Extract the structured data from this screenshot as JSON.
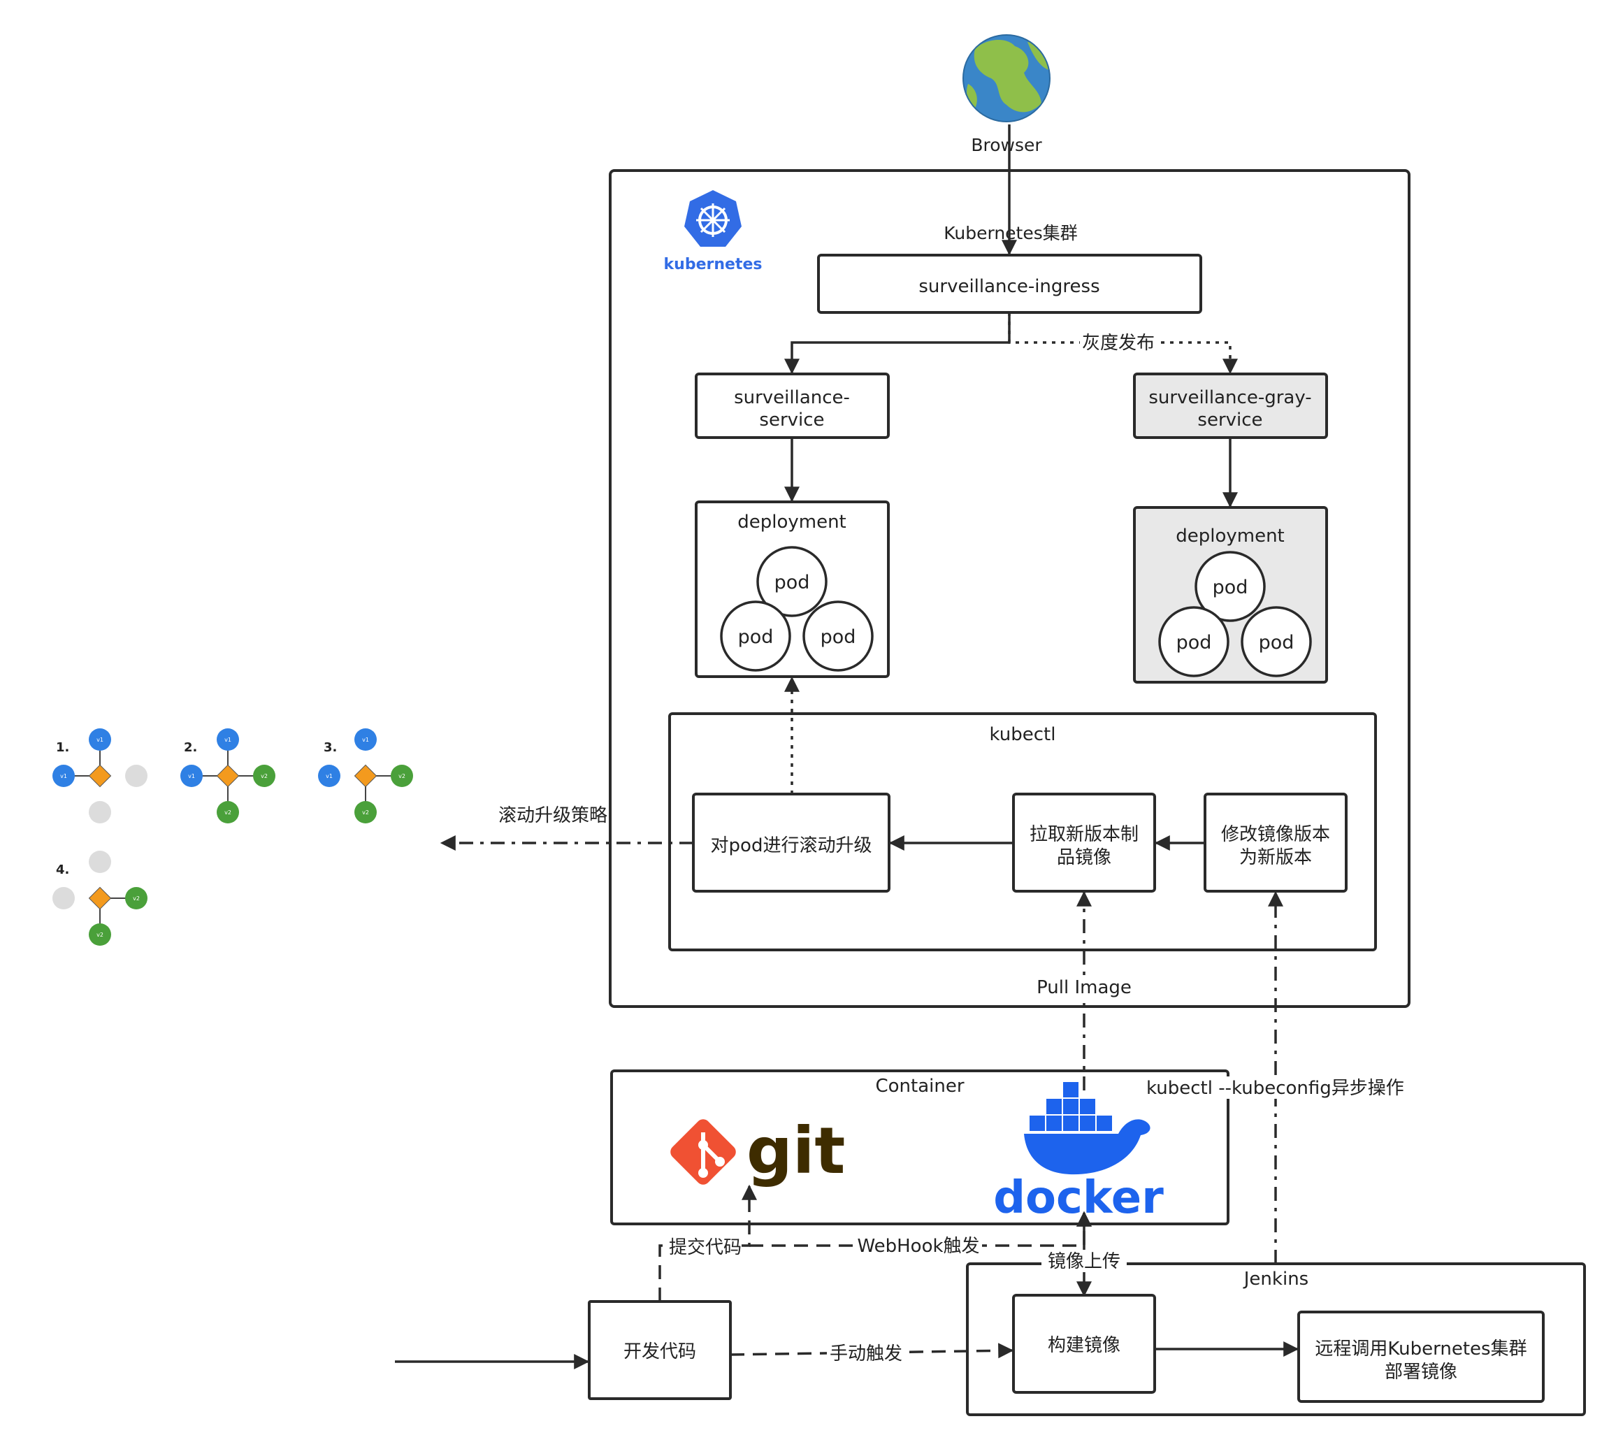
{
  "browser": {
    "label": "Browser"
  },
  "cluster": {
    "label": "Kubernetes集群",
    "logo_text": "kubernetes",
    "ingress": "surveillance-ingress",
    "gray_release_label": "灰度发布",
    "service_main": [
      "surveillance-",
      "service"
    ],
    "service_gray": [
      "surveillance-gray-",
      "service"
    ],
    "deployment_label": "deployment",
    "pod_label": "pod",
    "kubectl": {
      "label": "kubectl",
      "rolling_update": "对pod进行滚动升级",
      "pull_build": [
        "拉取新版本制",
        "品镜像"
      ],
      "modify_image": [
        "修改镜像版本",
        "为新版本"
      ]
    },
    "pull_image_label": "Pull Image"
  },
  "rolling_strategy": {
    "label": "滚动升级策略",
    "steps": [
      "1.",
      "2.",
      "3.",
      "4."
    ],
    "node_v1": "v1",
    "node_v2": "v2"
  },
  "container": {
    "label": "Container",
    "git_text": "git",
    "docker_text": "docker"
  },
  "kubectl_async_label": "kubectl --kubeconfig异步操作",
  "dev": {
    "develop_code": "开发代码",
    "commit_code": "提交代码",
    "webhook": "WebHook触发",
    "manual_trigger": "手动触发",
    "image_upload": "镜像上传"
  },
  "jenkins": {
    "label": "Jenkins",
    "build_image": "构建镜像",
    "deploy": [
      "远程调用Kubernetes集群",
      "部署镜像"
    ]
  },
  "colors": {
    "v1_blue": "#2f80e4",
    "v2_green": "#4aa03a",
    "router_orange": "#f39a1e",
    "idle_gray": "#dcdcdc",
    "k8s_blue": "#326ce5",
    "git_red": "#f05133",
    "git_brown": "#3e2c00",
    "docker_blue": "#1d63ed"
  }
}
